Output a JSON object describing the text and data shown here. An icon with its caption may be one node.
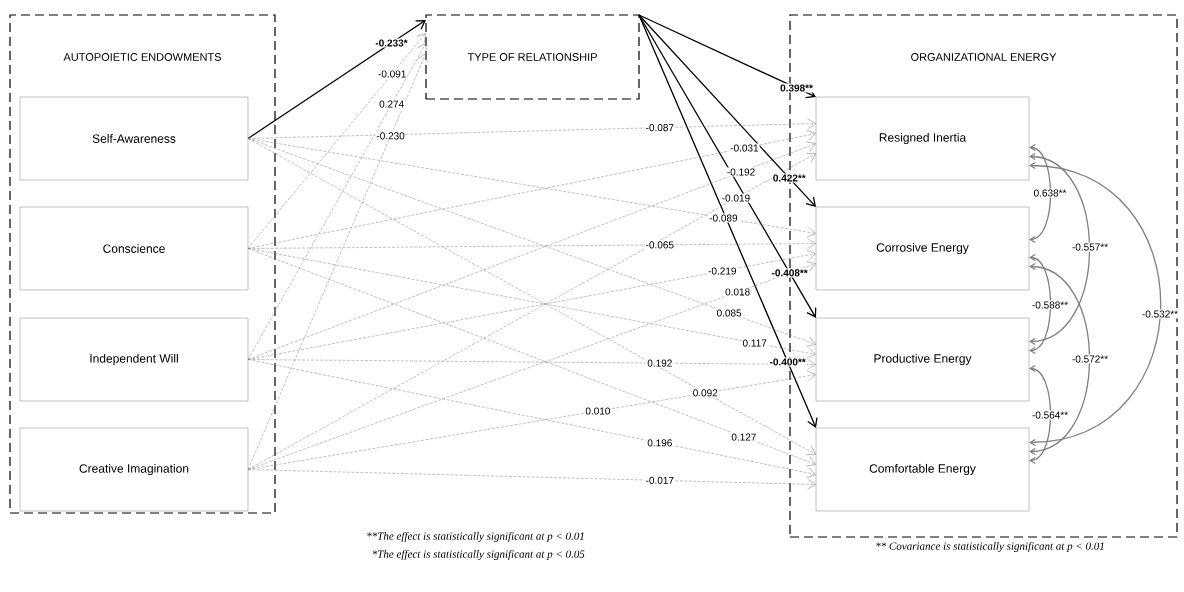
{
  "diagram": {
    "nodes": [
      {
        "text": [
          "AUTOPOIETIC ENDOWMENTS"
        ]
      },
      {
        "text": [
          "Self-Awareness"
        ],
        "in": 0
      },
      {
        "text": [
          "Conscience"
        ],
        "in": 0
      },
      {
        "text": [
          "Independent Will"
        ],
        "in": 0
      },
      {
        "text": [
          "Creative Imagination"
        ],
        "in": 0
      },
      {
        "text": [
          "TYPE OF RELATIONSHIP"
        ]
      },
      {
        "text": [
          "ORGANIZATIONAL ENERGY"
        ]
      },
      {
        "text": [
          "Resigned Inertia"
        ],
        "in": 6
      },
      {
        "text": [
          "Corrosive Energy"
        ],
        "in": 6
      },
      {
        "text": [
          "Productive Energy"
        ],
        "in": 6
      },
      {
        "text": [
          "Comfortable Energy"
        ],
        "in": 6
      }
    ],
    "edges": [
      {
        "from": 1,
        "to": 5,
        "arrow": "to",
        "label": "-0.233*",
        "color": "#000000"
      },
      {
        "from": 2,
        "to": 5,
        "arrow": "to",
        "label": "-0.091",
        "style": "dashed"
      },
      {
        "from": 3,
        "to": 5,
        "arrow": "to",
        "label": "0.274",
        "style": "dashed"
      },
      {
        "from": 4,
        "to": 5,
        "arrow": "to",
        "label": "-0.230",
        "style": "dashed"
      },
      {
        "from": 5,
        "to": 7,
        "arrow": "to",
        "label": "0.398**",
        "color": "#000000"
      },
      {
        "from": 5,
        "to": 8,
        "arrow": "to",
        "label": "0.422**",
        "color": "#000000"
      },
      {
        "from": 5,
        "to": 9,
        "arrow": "to",
        "label": "-0.408**",
        "color": "#000000"
      },
      {
        "from": 5,
        "to": 10,
        "arrow": "to",
        "label": "-0.400**",
        "color": "#000000"
      },
      {
        "from": 1,
        "to": 7,
        "arrow": "to",
        "label": "-0.087",
        "style": "dashed"
      },
      {
        "from": 2,
        "to": 7,
        "arrow": "to",
        "label": "-0.031",
        "style": "dashed"
      },
      {
        "from": 3,
        "to": 7,
        "arrow": "to",
        "label": "-0.192",
        "style": "dashed"
      },
      {
        "from": 4,
        "to": 7,
        "arrow": "to",
        "label": "-0.019",
        "style": "dashed"
      },
      {
        "from": 1,
        "to": 8,
        "arrow": "to",
        "label": "-0.089",
        "style": "dashed"
      },
      {
        "from": 2,
        "to": 8,
        "arrow": "to",
        "label": "-0.065",
        "style": "dashed"
      },
      {
        "from": 3,
        "to": 8,
        "arrow": "to",
        "label": "-0.219",
        "style": "dashed"
      },
      {
        "from": 4,
        "to": 8,
        "arrow": "to",
        "label": "0.018",
        "style": "dashed"
      },
      {
        "from": 1,
        "to": 9,
        "arrow": "to",
        "label": "0.085",
        "style": "dashed"
      },
      {
        "from": 2,
        "to": 9,
        "arrow": "to",
        "label": "0.117",
        "style": "dashed"
      },
      {
        "from": 3,
        "to": 9,
        "arrow": "to",
        "label": "0.192",
        "style": "dashed"
      },
      {
        "from": 4,
        "to": 9,
        "arrow": "to",
        "label": "0.010",
        "style": "dashed"
      },
      {
        "from": 1,
        "to": 10,
        "arrow": "to",
        "label": "0.092",
        "style": "dashed"
      },
      {
        "from": 2,
        "to": 10,
        "arrow": "to",
        "label": "0.127",
        "style": "dashed"
      },
      {
        "from": 3,
        "to": 10,
        "arrow": "to",
        "label": "0.196",
        "style": "dashed"
      },
      {
        "from": 4,
        "to": 10,
        "arrow": "to",
        "label": "-0.017",
        "style": "dashed"
      },
      {
        "from": 7,
        "to": 8,
        "arrow": "both",
        "label": "0.638**"
      },
      {
        "from": 7,
        "to": 9,
        "arrow": "both",
        "label": "-0.557**"
      },
      {
        "from": 8,
        "to": 9,
        "arrow": "both",
        "label": "-0.588**"
      },
      {
        "from": 8,
        "to": 10,
        "arrow": "both",
        "label": "-0.572**"
      },
      {
        "from": 9,
        "to": 10,
        "arrow": "both",
        "label": "-0.564**"
      },
      {
        "from": 7,
        "to": 10,
        "arrow": "both",
        "label": "-0.532**"
      }
    ],
    "labels": [
      "**The effect is statistically significant at p < 0.01",
      "*The effect is statistically significant at p < 0.05",
      "** Covariance is statistically significant at p < 0.01"
    ]
  }
}
